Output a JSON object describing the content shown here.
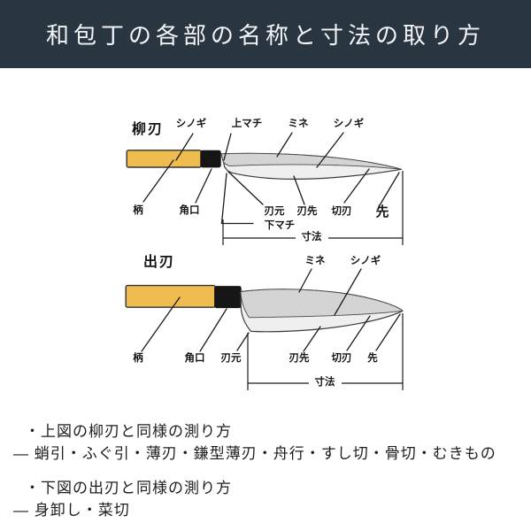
{
  "header": {
    "title": "和包丁の各部の名称と寸法の取り方",
    "bg_color": "#2a3542",
    "text_color": "#f3f5f7"
  },
  "diagram": {
    "colors": {
      "handle": "#eebc4f",
      "ferrule": "#161616",
      "blade_upper": "#d9d9d9",
      "blade_lower": "#efefef",
      "outline": "#3a3a3a",
      "line": "#1b1b1b"
    },
    "knife1": {
      "name": "柳刃",
      "labels": {
        "shinogi_top": "シノギ",
        "uwamachi": "上マチ",
        "mine": "ミネ",
        "shinogi_right": "シノギ",
        "e": "柄",
        "kadoguchi": "角口",
        "hamoto": "刃元",
        "hasaki": "刃先",
        "kiriha": "切刃",
        "saki": "先",
        "shitamachi": "下マチ",
        "sunpo": "寸法"
      }
    },
    "knife2": {
      "name": "出刃",
      "labels": {
        "mine": "ミネ",
        "shinogi": "シノギ",
        "e": "柄",
        "kadoguchi": "角口",
        "hamoto": "刃元",
        "hasaki": "刃先",
        "kiriha": "切刃",
        "saki": "先",
        "sunpo": "寸法"
      }
    }
  },
  "notes": {
    "line1": "・上図の柳刃と同様の測り方",
    "line2": "― 蛸引・ふぐ引・薄刃・鎌型薄刃・舟行・すし切・骨切・むきもの",
    "line3": "・下図の出刃と同様の測り方",
    "line4": "― 身卸し・菜切"
  }
}
